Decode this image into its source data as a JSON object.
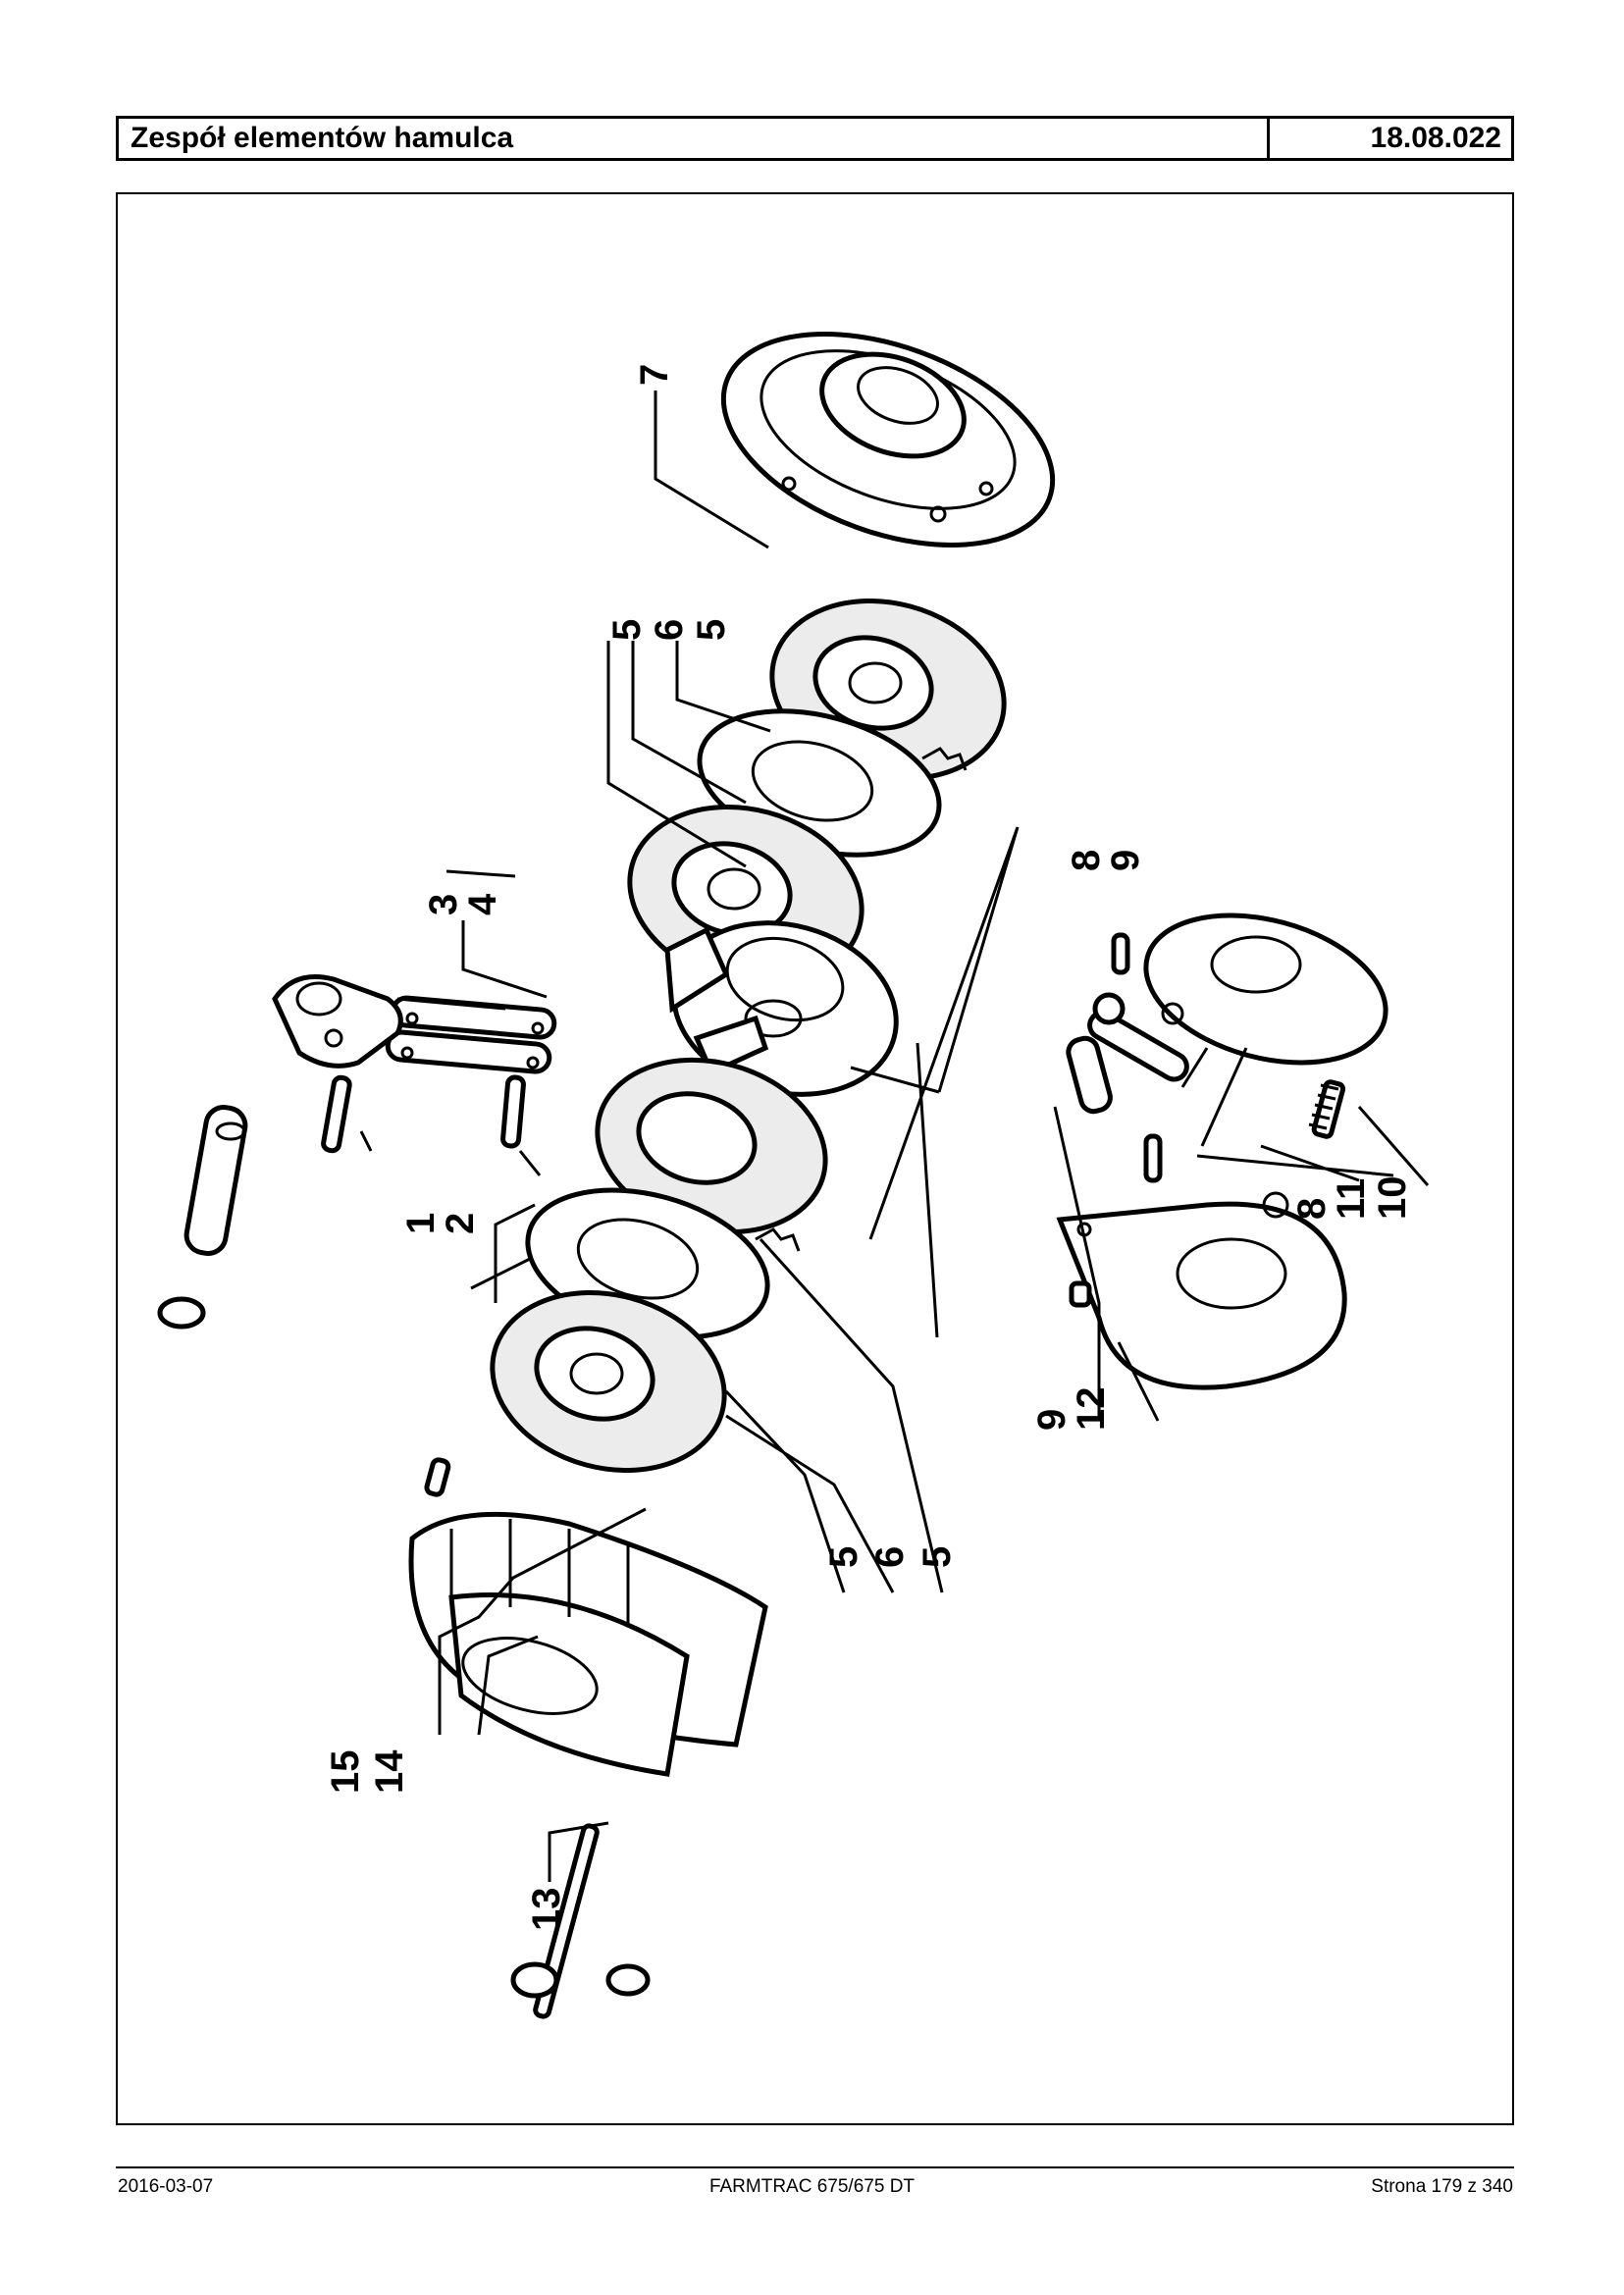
{
  "header": {
    "title": "Zespół elementów hamulca",
    "code": "18.08.022"
  },
  "diagram": {
    "callouts": [
      "7",
      "5",
      "6",
      "5",
      "3",
      "4",
      "8",
      "9",
      "1",
      "2",
      "8",
      "11",
      "10",
      "9",
      "12",
      "5",
      "6",
      "5",
      "15",
      "14",
      "13"
    ]
  },
  "footer": {
    "date": "2016-03-07",
    "model": "FARMTRAC 675/675 DT",
    "page": "Strona 179 z 340"
  }
}
